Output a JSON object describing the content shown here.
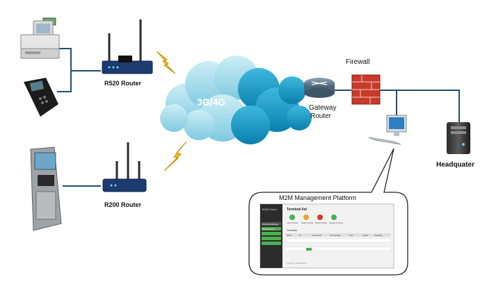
{
  "labels": {
    "r520": "R520 Router",
    "r200": "R200 Router",
    "network": "3G/4G",
    "gateway_line1": "Gateway",
    "gateway_line2": "Router",
    "firewall": "Firewall",
    "headquarter": "Headquater",
    "platform": "M2M Management Platform"
  },
  "screenshot": {
    "title": "Terminal list",
    "brand": "M2M Cloud",
    "menu_items": [
      "Terminal Manage",
      "Default Group",
      "",
      "",
      ""
    ],
    "toolbar_labels": [
      "New terminal",
      "Modify terminal",
      "Delete terminal",
      "Upgrade firmware"
    ],
    "tab_label": "Terminals",
    "table_headers": [
      "Group",
      "No.",
      "Terminal SN",
      "Terminal state",
      "Time",
      "Signal",
      "Operating"
    ],
    "footer_text": "Copyright © M2M Platform"
  },
  "colors": {
    "line": "#1f4e6e",
    "cloud_light": "#a9dcea",
    "cloud_dark": "#1aa0c8",
    "lightning": "#f2c200",
    "platform_green": "#4caf50"
  },
  "icons": [
    "cash-register-icon",
    "card-terminal-icon",
    "atm-icon",
    "router-r520-icon",
    "router-r200-icon",
    "cloud-icon",
    "lightning-icon",
    "gateway-router-icon",
    "firewall-icon",
    "workstation-icon",
    "server-icon"
  ]
}
